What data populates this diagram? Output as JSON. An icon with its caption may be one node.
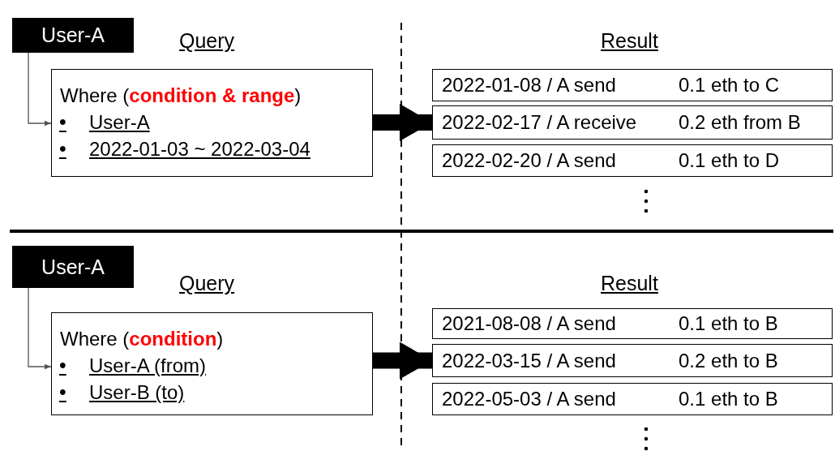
{
  "diagram": {
    "nodes": [
      {
        "text": [
          "User-A"
        ]
      },
      {
        "text": [
          "Where (**condition & range**)",
          "User-A",
          "2022-01-03 ~ 2022-03-04"
        ]
      },
      {
        "text": [
          "2022-01-08 / A send",
          "0.1 eth to C"
        ]
      },
      {
        "text": [
          "2022-02-17 / A receive",
          "0.2 eth from B"
        ]
      },
      {
        "text": [
          "2022-02-20 / A send",
          "0.1 eth to D"
        ]
      },
      {
        "text": [
          "User-A"
        ]
      },
      {
        "text": [
          "Where (**condition**)",
          "User-A (from)",
          "User-B (to)"
        ]
      },
      {
        "text": [
          "2021-08-08 / A send",
          "0.1 eth to B"
        ]
      },
      {
        "text": [
          "2022-03-15 / A send",
          "0.2 eth to B"
        ]
      },
      {
        "text": [
          "2022-05-03 / A send",
          "0.1 eth to B"
        ]
      }
    ],
    "edges": [
      {
        "from": 0,
        "to": 1,
        "arrow": "to"
      },
      {
        "from": 1,
        "to": 3,
        "arrow": "to",
        "style": "thick"
      },
      {
        "from": 5,
        "to": 6,
        "arrow": "to"
      },
      {
        "from": 6,
        "to": 8,
        "arrow": "to",
        "style": "thick"
      }
    ],
    "labels": [
      "Query",
      "Result",
      "•",
      "•",
      "Query",
      "Result",
      "•",
      "•"
    ]
  }
}
